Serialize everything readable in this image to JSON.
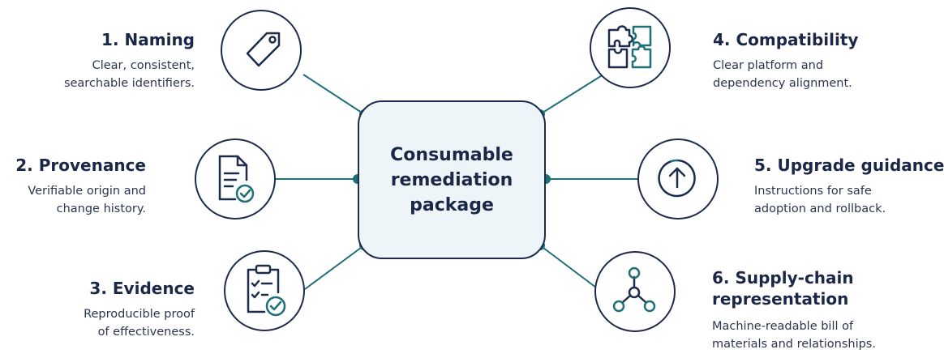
{
  "center": {
    "line1": "Consumable",
    "line2": "remediation",
    "line3": "package"
  },
  "items": [
    {
      "title": "1. Naming",
      "desc1": "Clear, consistent,",
      "desc2": "searchable identifiers.",
      "icon": "tag-icon"
    },
    {
      "title": "2. Provenance",
      "desc1": "Verifiable origin and",
      "desc2": "change history.",
      "icon": "document-check-icon"
    },
    {
      "title": "3. Evidence",
      "desc1": "Reproducible proof",
      "desc2": "of effectiveness.",
      "icon": "clipboard-check-icon"
    },
    {
      "title": "4. Compatibility",
      "desc1": "Clear platform and",
      "desc2": "dependency alignment.",
      "icon": "puzzle-icon"
    },
    {
      "title": "5. Upgrade guidance",
      "desc1": "Instructions for safe",
      "desc2": "adoption and rollback.",
      "icon": "arrow-up-circle-icon"
    },
    {
      "title_line1": "6. Supply-chain",
      "title_line2": "representation",
      "desc1": "Machine-readable bill of",
      "desc2": "materials and relationships.",
      "icon": "network-nodes-icon"
    }
  ],
  "colors": {
    "navy": "#1b2747",
    "teal": "#1f6f78",
    "center_fill": "#eef5f8"
  }
}
